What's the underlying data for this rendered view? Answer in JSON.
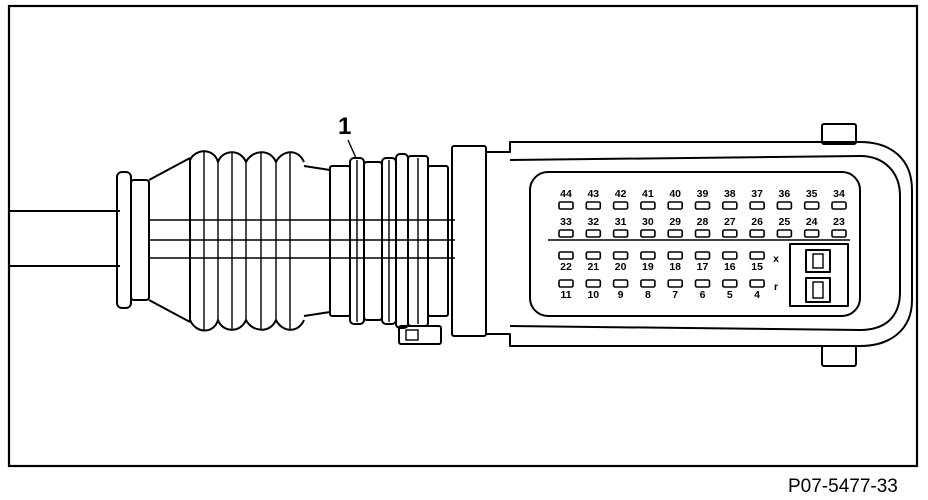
{
  "callout_number": "1",
  "figure_id": "P07-5477-33",
  "pin_rows": [
    [
      "44",
      "43",
      "42",
      "41",
      "40",
      "39",
      "38",
      "37",
      "36",
      "35",
      "34"
    ],
    [
      "33",
      "32",
      "31",
      "30",
      "29",
      "28",
      "27",
      "26",
      "25",
      "24",
      "23"
    ],
    [
      "22",
      "21",
      "20",
      "19",
      "18",
      "17",
      "16",
      "15"
    ],
    [
      "11",
      "10",
      "9",
      "8",
      "7",
      "6",
      "5",
      "4"
    ]
  ],
  "side_markers": [
    "x",
    "r"
  ]
}
